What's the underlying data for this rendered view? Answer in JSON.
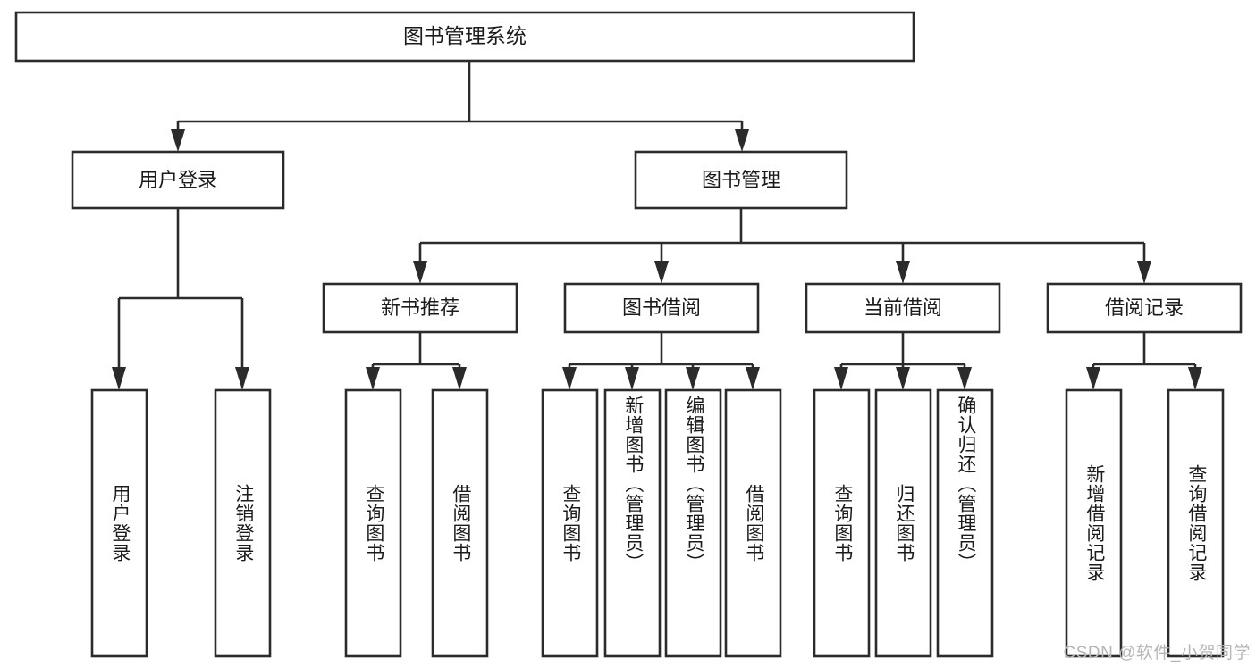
{
  "diagram": {
    "type": "tree-hierarchy-chart",
    "title": "图书管理系统",
    "orientation": "top-down",
    "background_color": "#ffffff",
    "line_color": "#2b2b2b",
    "text_color": "#1b1b1b",
    "root": {
      "label": "图书管理系统",
      "level": 0
    },
    "level1": [
      {
        "label": "用户登录"
      },
      {
        "label": "图书管理"
      }
    ],
    "level2": [
      {
        "label": "新书推荐",
        "parent": "图书管理"
      },
      {
        "label": "图书借阅",
        "parent": "图书管理"
      },
      {
        "label": "当前借阅",
        "parent": "图书管理"
      },
      {
        "label": "借阅记录",
        "parent": "图书管理"
      }
    ],
    "leaves": {
      "user_login": [
        {
          "label": "用户登录"
        },
        {
          "label": "注销登录"
        }
      ],
      "new_book_recommend": [
        {
          "label": "查询图书"
        },
        {
          "label": "借阅图书"
        }
      ],
      "book_borrow": [
        {
          "label": "查询图书"
        },
        {
          "label": "新增图书（管理员）"
        },
        {
          "label": "编辑图书（管理员）"
        },
        {
          "label": "借阅图书"
        }
      ],
      "current_borrow": [
        {
          "label": "查询图书"
        },
        {
          "label": "归还图书"
        },
        {
          "label": "确认归还（管理员）"
        }
      ],
      "borrow_record": [
        {
          "label": "新增借阅记录"
        },
        {
          "label": "查询借阅记录"
        }
      ]
    }
  },
  "watermark": {
    "text": "CSDN @软件_小贺同学"
  }
}
